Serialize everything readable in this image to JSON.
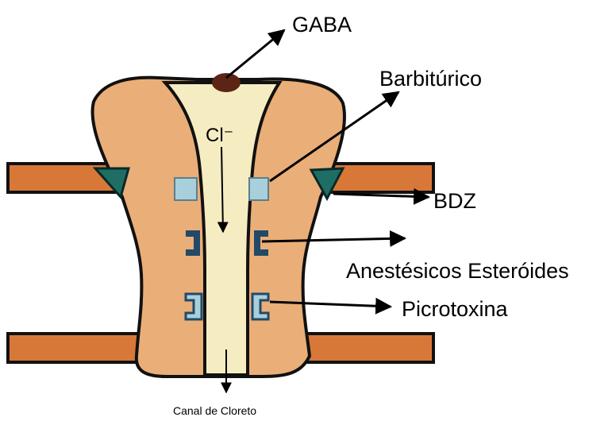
{
  "labels": {
    "gaba": "GABA",
    "barbiturico": "Barbitúrico",
    "bdz": "BDZ",
    "anestesicos": "Anestésicos Esteróides",
    "picrotoxina": "Picrotoxina",
    "canal": "Canal de Cloreto",
    "cl": "Cl⁻"
  },
  "colors": {
    "membrane": "#d87838",
    "protein": "#eaae78",
    "pore": "#f6ecc2",
    "binding_site_bdz": "#1e6e66",
    "site_light": "#a8d0dc",
    "site_dark": "#224a66",
    "gaba_dot": "#5c2414"
  }
}
